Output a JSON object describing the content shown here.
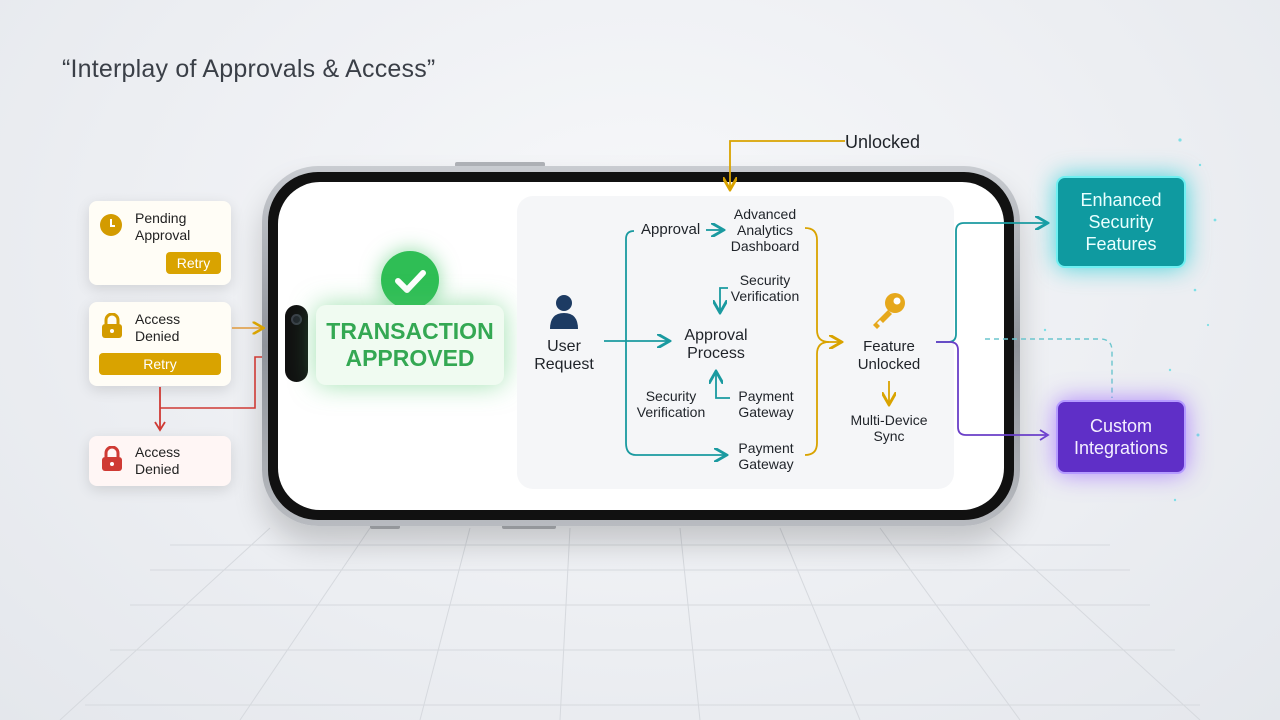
{
  "title": "“Interplay of Approvals & Access”",
  "status_cards": {
    "pending": {
      "line1": "Pending",
      "line2": "Approval",
      "button": "Retry"
    },
    "denied_1": {
      "line1": "Access",
      "line2": "Denied",
      "button": "Retry"
    },
    "denied_2": {
      "line1": "Access",
      "line2": "Denied"
    }
  },
  "transaction": {
    "line1": "TRANSACTION",
    "line2": "APPROVED"
  },
  "flow": {
    "unlocked": "Unlocked",
    "user_request": {
      "line1": "User",
      "line2": "Request"
    },
    "approval": "Approval",
    "advanced": {
      "line1": "Advanced",
      "line2": "Analytics",
      "line3": "Dashboard"
    },
    "security_top": {
      "line1": "Security",
      "line2": "Verification"
    },
    "approval_process": {
      "line1": "Approval",
      "line2": "Process"
    },
    "security_bottom": {
      "line1": "Security",
      "line2": "Verification"
    },
    "payment_mid": {
      "line1": "Payment",
      "line2": "Gateway"
    },
    "payment_bottom": {
      "line1": "Payment",
      "line2": "Gateway"
    },
    "feature_unlocked": {
      "line1": "Feature",
      "line2": "Unlocked"
    },
    "multi_device": {
      "line1": "Multi-Device",
      "line2": "Sync"
    }
  },
  "outputs": {
    "enhanced": {
      "line1": "Enhanced",
      "line2": "Security",
      "line3": "Features"
    },
    "custom": {
      "line1": "Custom",
      "line2": "Integrations"
    }
  },
  "colors": {
    "teal": "#1a9aa0",
    "gold": "#d9a300",
    "red": "#cf3a34",
    "purple": "#6a3fc8",
    "green": "#2fbe55",
    "navy": "#1d3b63"
  }
}
